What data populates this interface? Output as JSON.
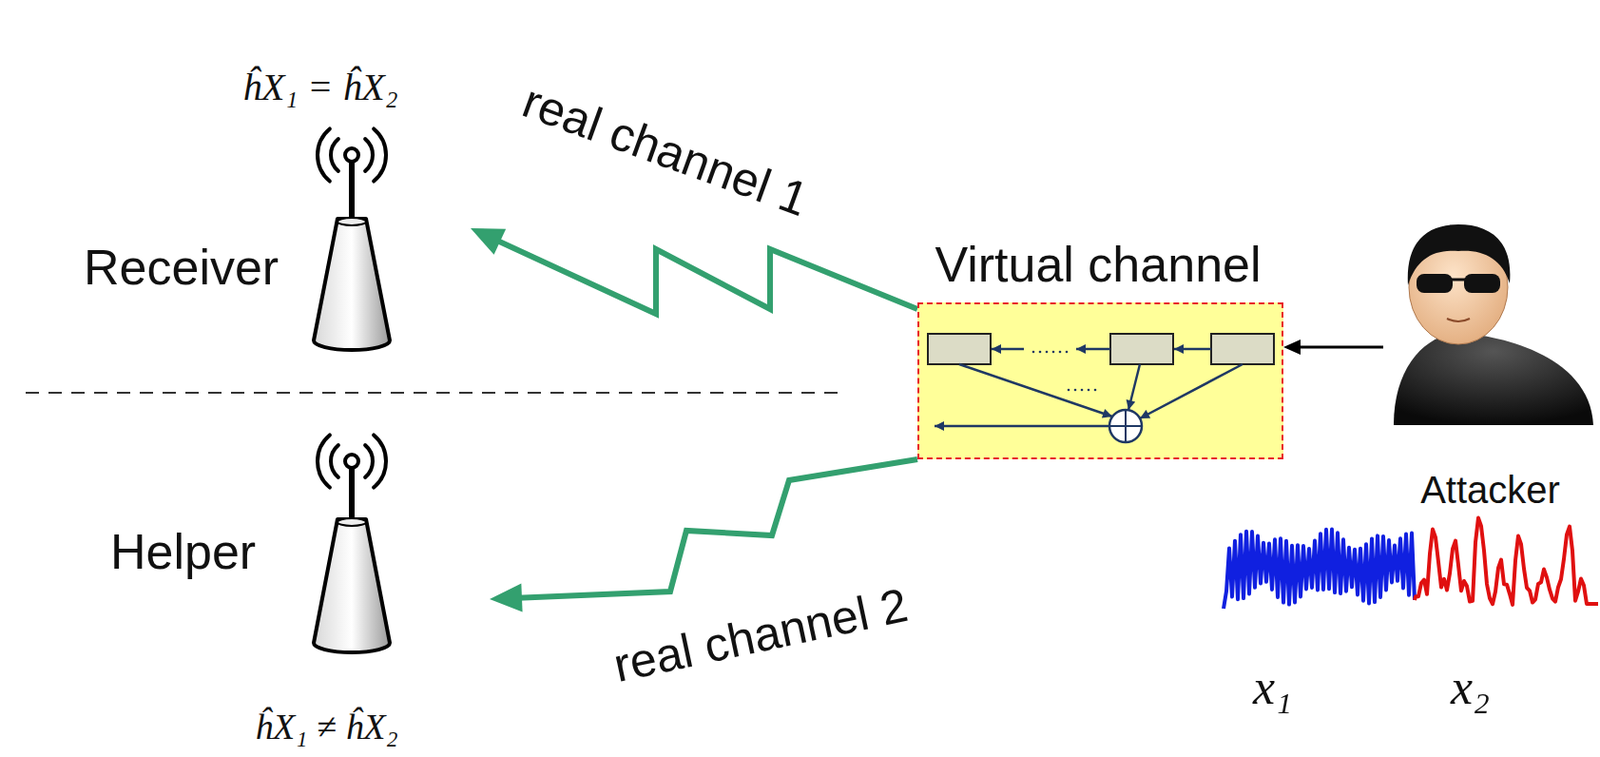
{
  "diagram": {
    "nodes": [
      {
        "text": [
          "ĥX₁ = ĥX₂",
          "Receiver"
        ]
      },
      {
        "text": [
          "Virtual channel"
        ]
      },
      {
        "text": [
          "Attacker"
        ]
      },
      {
        "text": [
          "Helper",
          "ĥX₁ ≠ ĥX₂"
        ]
      }
    ],
    "edges": [
      {
        "from": 1,
        "to": 0,
        "arrow": "to",
        "label": "real channel 1"
      },
      {
        "from": 1,
        "to": 3,
        "arrow": "to",
        "label": "real channel 2"
      },
      {
        "from": 2,
        "to": 1,
        "arrow": "to"
      }
    ],
    "labels": [
      "x₁",
      "x₂"
    ]
  }
}
